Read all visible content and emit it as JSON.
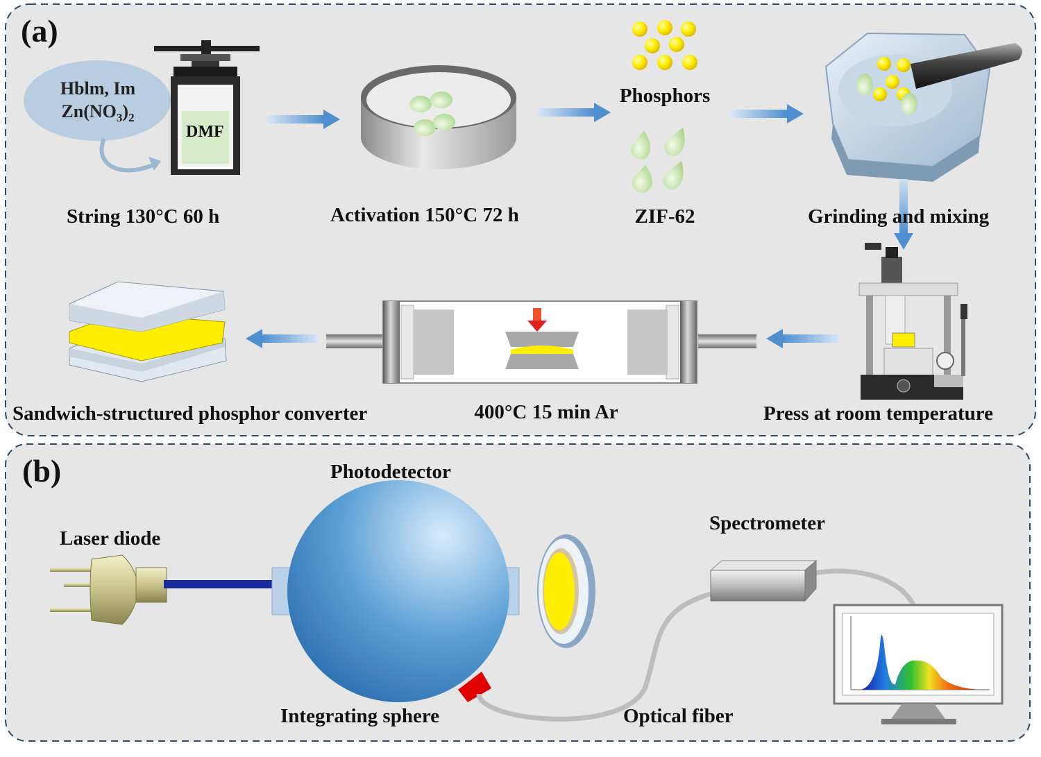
{
  "panel_a": {
    "letter": "(a)",
    "reagents": {
      "line1": "Hblm, Im",
      "line2_base": "Zn(NO",
      "line2_sub1": "3",
      "line2_close": ")",
      "line2_sub2": "2"
    },
    "autoclave_label": "DMF",
    "step_string": "String  130°C 60 h",
    "step_activation": "Activation 150°C 72 h",
    "phosphors": "Phosphors",
    "zif": "ZIF-62",
    "step_grinding": "Grinding and mixing",
    "step_press": "Press at room temperature",
    "step_heat": "400°C 15 min Ar",
    "step_product": "Sandwich-structured phosphor converter"
  },
  "panel_b": {
    "letter": "(b)",
    "photodetector": "Photodetector",
    "laser": "Laser diode",
    "spectrometer": "Spectrometer",
    "sphere": "Integrating sphere",
    "fiber": "Optical fiber"
  },
  "colors": {
    "panel_bg": "#e6e6e6",
    "arrow": "#4f8fd0",
    "yellow": "#ffee00",
    "laser_red": "#e00000",
    "fiber_blue": "#1a2a9a",
    "sphere_blue": "#3f88c8"
  },
  "icons": [
    "autoclave-icon",
    "petri-dish-icon",
    "phosphor-particles-icon",
    "zif-drops-icon",
    "mortar-pestle-icon",
    "hydraulic-press-icon",
    "tube-furnace-icon",
    "sandwich-converter-icon",
    "laser-diode-icon",
    "integrating-sphere-icon",
    "sample-disk-icon",
    "spectrometer-icon",
    "monitor-icon"
  ]
}
